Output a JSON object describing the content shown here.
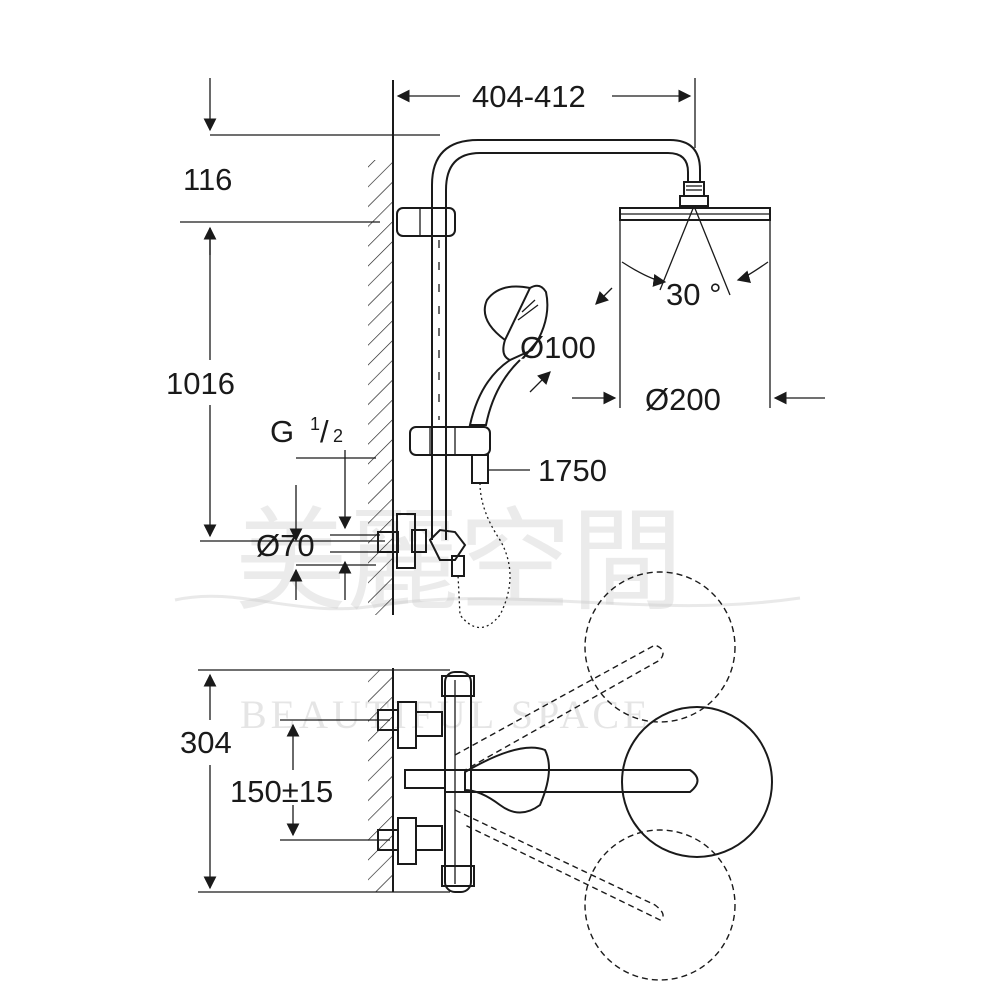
{
  "dimensions": {
    "width_range": "404-412",
    "top_offset": "116",
    "height": "1016",
    "thread_g": "G",
    "thread_frac_num": "1",
    "thread_frac_den": "2",
    "rosette_diameter": "Ø70",
    "angle": "30 °",
    "hand_shower_diameter": "Ø100",
    "head_shower_diameter": "Ø200",
    "hose_length": "1750",
    "mixer_depth": "304",
    "centers": "150±15"
  },
  "watermark": {
    "cjk": "美麗空間",
    "latin": "BEAUTIFUL SPACE"
  },
  "colors": {
    "line": "#1a1a1a",
    "watermark": "#c7c7c7",
    "background": "#ffffff"
  }
}
